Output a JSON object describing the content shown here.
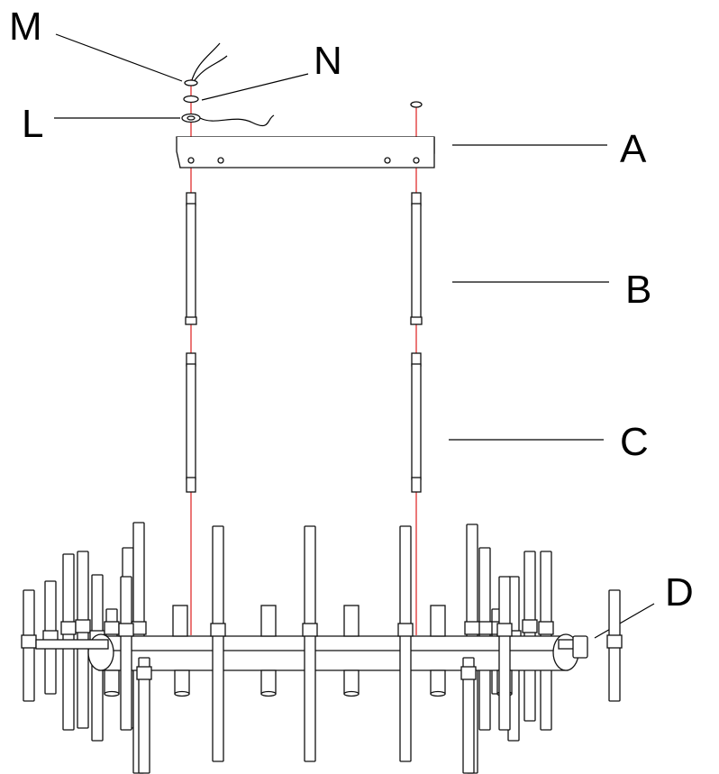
{
  "labels": {
    "M": "M",
    "N": "N",
    "L": "L",
    "A": "A",
    "B": "B",
    "C": "C",
    "D": "D"
  },
  "colors": {
    "wire": "#e03030",
    "line": "#111111",
    "background": "#ffffff"
  }
}
